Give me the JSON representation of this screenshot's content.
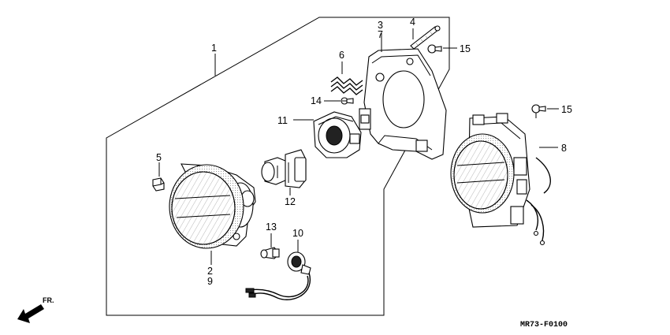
{
  "diagram": {
    "code": "MR73-F0100",
    "direction": "FR.",
    "callouts": {
      "c1": "1",
      "c2": "2",
      "c9": "9",
      "c3": "3",
      "c7": "7",
      "c4": "4",
      "c5": "5",
      "c6": "6",
      "c8": "8",
      "c10": "10",
      "c11": "11",
      "c12": "12",
      "c13": "13",
      "c14": "14",
      "c15a": "15",
      "c15b": "15"
    }
  }
}
